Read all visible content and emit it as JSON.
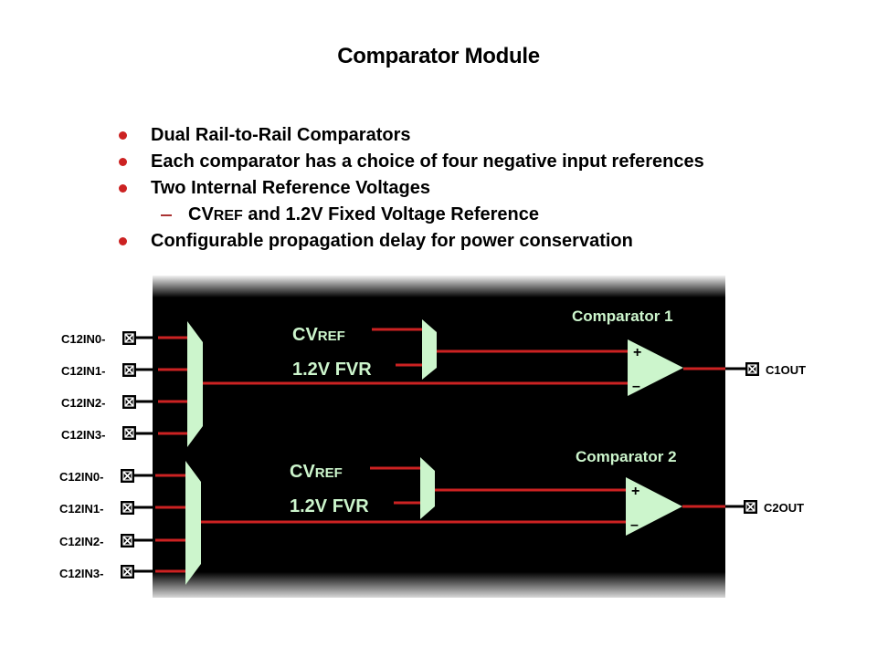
{
  "slide": {
    "title": "Comparator Module",
    "bullets": [
      {
        "level": 1,
        "text": "Dual Rail-to-Rail Comparators"
      },
      {
        "level": 1,
        "text": "Each comparator has a choice of four negative input references"
      },
      {
        "level": 1,
        "text": "Two Internal Reference Voltages"
      },
      {
        "level": 2,
        "prefix": "CV",
        "prefix_small": "REF",
        "text": " and 1.2V Fixed Voltage Reference"
      },
      {
        "level": 1,
        "text": "Configurable propagation delay for power conservation"
      }
    ]
  },
  "diagram": {
    "colors": {
      "background": "#000000",
      "wire": "#cc2222",
      "block_fill": "#ccf5cc",
      "label_text": "#ccf5cc",
      "pin_text": "#000000",
      "bullet": "#cc2222"
    },
    "comparators": [
      {
        "name": "Comparator 1",
        "inputs": [
          "C12IN0-",
          "C12IN1-",
          "C12IN2-",
          "C12IN3-"
        ],
        "ref_inputs": {
          "cvref": "CV",
          "cvref_small": "REF",
          "fvr": "1.2V FVR"
        },
        "plus": "+",
        "minus": "–",
        "output": "C1OUT"
      },
      {
        "name": "Comparator 2",
        "inputs": [
          "C12IN0-",
          "C12IN1-",
          "C12IN2-",
          "C12IN3-"
        ],
        "ref_inputs": {
          "cvref": "CV",
          "cvref_small": "REF",
          "fvr": "1.2V FVR"
        },
        "plus": "+",
        "minus": "–",
        "output": "C2OUT"
      }
    ]
  }
}
